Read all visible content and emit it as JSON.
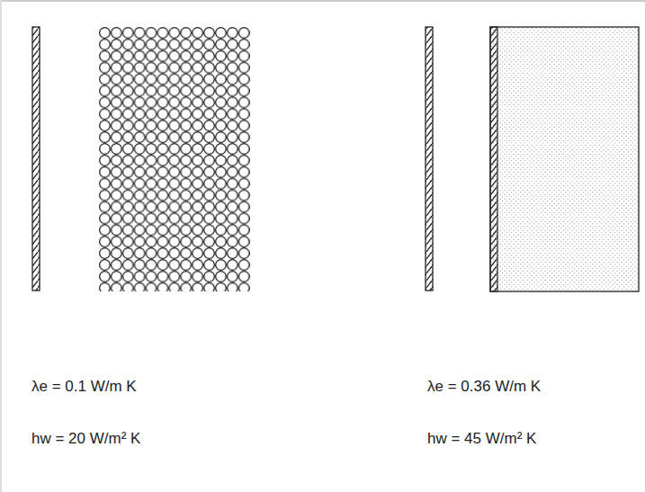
{
  "diagram": {
    "labels": [
      "λe = 0.1 W/m K",
      "hw = 20 W/m² K",
      "λe = 0.36 W/m K",
      "hw = 45 W/m² K"
    ]
  }
}
